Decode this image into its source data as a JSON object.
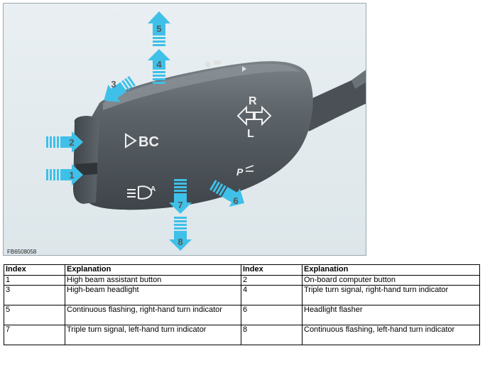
{
  "figure": {
    "id": "FB6508058",
    "stalk_labels": {
      "bc": "BC",
      "r": "R",
      "l": "L",
      "p": "P"
    },
    "callouts": [
      "1",
      "2",
      "3",
      "4",
      "5",
      "6",
      "7",
      "8"
    ],
    "colors": {
      "arrow": "#3fc0e8",
      "stalk": "#5a6167",
      "background": "#e4ebee"
    }
  },
  "table": {
    "headers": [
      "Index",
      "Explanation",
      "Index",
      "Explanation"
    ],
    "rows": [
      {
        "i1": "1",
        "e1": "High beam assistant button",
        "i2": "2",
        "e2": "On-board computer button"
      },
      {
        "i1": "3",
        "e1": "High-beam headlight",
        "i2": "4",
        "e2": "Triple turn signal, right-hand turn indicator"
      },
      {
        "i1": "5",
        "e1": "Continuous flashing, right-hand turn indicator",
        "i2": "6",
        "e2": "Headlight flasher"
      },
      {
        "i1": "7",
        "e1": "Triple turn signal, left-hand turn indicator",
        "i2": "8",
        "e2": "Continuous flashing, left-hand turn indicator"
      }
    ]
  }
}
